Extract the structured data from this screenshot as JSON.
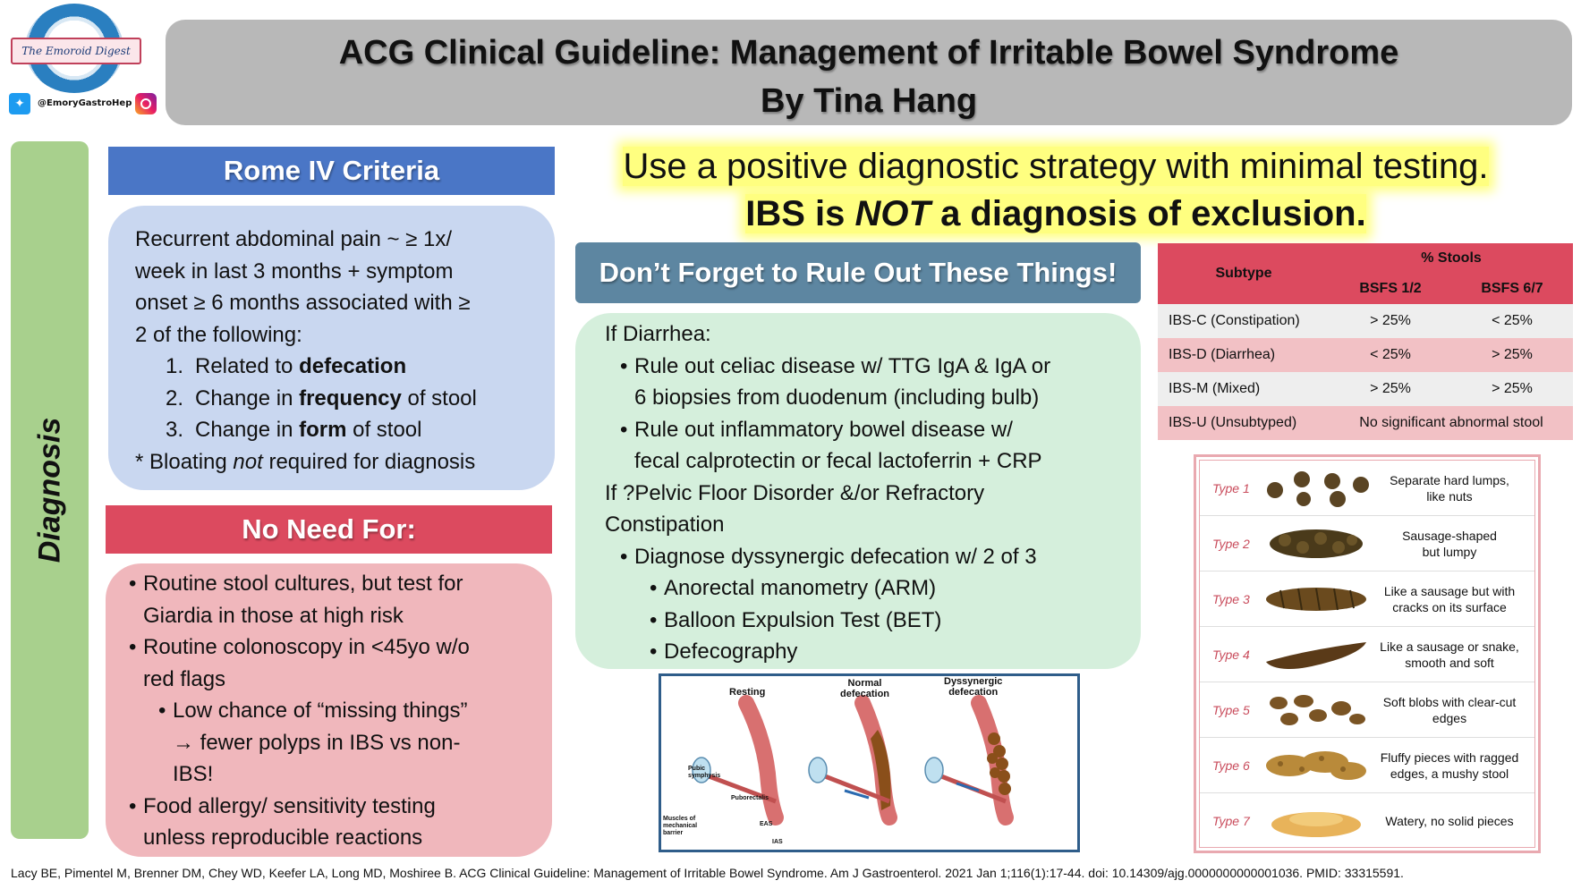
{
  "logo": {
    "name": "The Emoroid Digest",
    "handle": "@EmoryGastroHep"
  },
  "title": {
    "line1": "ACG Clinical Guideline: Management of Irritable Bowel Syndrome",
    "line2": "By Tina Hang"
  },
  "side_label": "Diagnosis",
  "rome": {
    "header": "Rome IV Criteria",
    "intro_lines": [
      "Recurrent abdominal pain ~ ≥ 1x/",
      "week in last 3 months + symptom",
      "onset ≥ 6 months associated with ≥",
      "2 of the following:"
    ],
    "items": [
      {
        "num": "1.",
        "pre": "Related to ",
        "bold": "defecation",
        "post": ""
      },
      {
        "num": "2.",
        "pre": "Change in ",
        "bold": "frequency",
        "post": " of stool"
      },
      {
        "num": "3.",
        "pre": "Change in ",
        "bold": "form",
        "post": " of stool"
      }
    ],
    "note": {
      "pre": "* Bloating ",
      "italic": "not",
      "post": " required for diagnosis"
    }
  },
  "no_need": {
    "header": "No Need For:",
    "b1_lines": [
      "Routine stool cultures, but test for",
      "Giardia in those at high risk"
    ],
    "b2_lines": [
      "Routine colonoscopy in <45yo w/o",
      "red flags"
    ],
    "b3_lines": [
      "Low chance of “missing things”",
      "→ fewer polyps in IBS vs non-",
      "IBS!"
    ],
    "b4_lines": [
      "Food allergy/ sensitivity testing",
      "unless reproducible reactions"
    ]
  },
  "headline": {
    "line1": "Use a positive diagnostic strategy with minimal testing.",
    "line2_pre": "IBS is ",
    "line2_italic": "NOT",
    "line2_post": " a diagnosis of exclusion."
  },
  "rule_out": {
    "header": "Don’t Forget to Rule Out These Things!",
    "lines": {
      "l1": "If Diarrhea:",
      "l2": "Rule out celiac disease w/ TTG IgA & IgA or",
      "l3": "6 biopsies from duodenum (including bulb)",
      "l4": "Rule out inflammatory bowel disease w/",
      "l5": "fecal calprotectin or fecal lactoferrin + CRP",
      "l6": "If ?Pelvic Floor Disorder &/or Refractory",
      "l7": "Constipation",
      "l8": "Diagnose dyssynergic defecation w/ 2 of 3",
      "l9": "Anorectal manometry (ARM)",
      "l10": "Balloon Expulsion Test (BET)",
      "l11": "Defecography"
    }
  },
  "subtype_table": {
    "col_subtype": "Subtype",
    "col_group": "% Stools",
    "col_bsfs12": "BSFS 1/2",
    "col_bsfs67": "BSFS 6/7",
    "rows": [
      {
        "subtype": "IBS-C (Constipation)",
        "bsfs12": "> 25%",
        "bsfs67": "< 25%"
      },
      {
        "subtype": "IBS-D (Diarrhea)",
        "bsfs12": "< 25%",
        "bsfs67": "> 25%"
      },
      {
        "subtype": "IBS-M (Mixed)",
        "bsfs12": "> 25%",
        "bsfs67": "> 25%"
      }
    ],
    "row_u": {
      "subtype": "IBS-U (Unsubtyped)",
      "note": "No significant abnormal stool"
    }
  },
  "bristol": [
    {
      "type": "Type 1",
      "desc1": "Separate hard lumps,",
      "desc2": "like nuts"
    },
    {
      "type": "Type 2",
      "desc1": "Sausage-shaped",
      "desc2": "but lumpy"
    },
    {
      "type": "Type 3",
      "desc1": "Like a sausage but with",
      "desc2": "cracks on its surface"
    },
    {
      "type": "Type 4",
      "desc1": "Like a sausage or snake,",
      "desc2": "smooth and soft"
    },
    {
      "type": "Type 5",
      "desc1": "Soft blobs with clear-cut",
      "desc2": "edges"
    },
    {
      "type": "Type 6",
      "desc1": "Fluffy pieces with ragged",
      "desc2": "edges, a mushy stool"
    },
    {
      "type": "Type 7",
      "desc1": "Watery, no solid pieces",
      "desc2": ""
    }
  ],
  "anatomy": {
    "resting": "Resting",
    "normal_l1": "Normal",
    "normal_l2": "defecation",
    "dys_l1": "Dyssynergic",
    "dys_l2": "defecation",
    "pubic_l1": "Pubic",
    "pubic_l2": "symphysis",
    "puborectalis": "Puborectalis",
    "muscles_l1": "Muscles of",
    "muscles_l2": "mechanical",
    "muscles_l3": "barrier",
    "eas": "EAS",
    "ias": "IAS"
  },
  "citation": "Lacy BE, Pimentel M, Brenner DM, Chey WD, Keefer LA, Long MD, Moshiree B. ACG Clinical Guideline: Management of Irritable Bowel Syndrome. Am J Gastroenterol. 2021 Jan 1;116(1):17-44. doi: 10.14309/ajg.0000000000001036. PMID: 33315591."
}
